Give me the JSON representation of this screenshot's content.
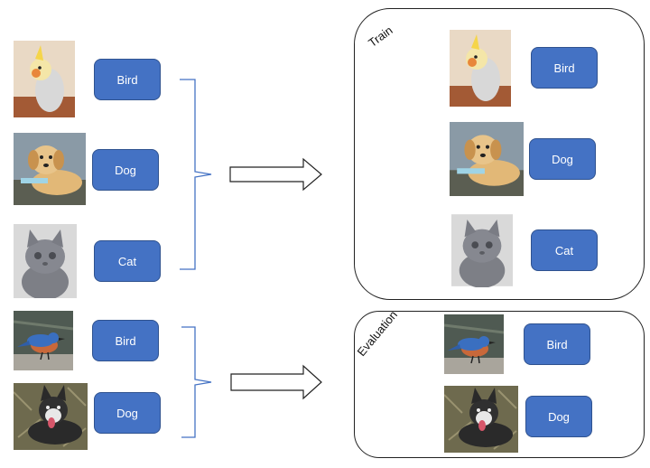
{
  "dataset": {
    "items": [
      {
        "label": "Bird",
        "image": "cockatiel-photo"
      },
      {
        "label": "Dog",
        "image": "golden-retriever-puppy-photo"
      },
      {
        "label": "Cat",
        "image": "grey-kitten-photo"
      },
      {
        "label": "Bird",
        "image": "bluebird-photo"
      },
      {
        "label": "Dog",
        "image": "husky-puppy-photo"
      }
    ]
  },
  "train_panel": {
    "title": "Train",
    "items": [
      {
        "label": "Bird",
        "image": "cockatiel-photo"
      },
      {
        "label": "Dog",
        "image": "golden-retriever-puppy-photo"
      },
      {
        "label": "Cat",
        "image": "grey-kitten-photo"
      }
    ]
  },
  "evaluation_panel": {
    "title": "Evaluation",
    "items": [
      {
        "label": "Bird",
        "image": "bluebird-photo"
      },
      {
        "label": "Dog",
        "image": "husky-puppy-photo"
      }
    ]
  },
  "colors": {
    "label_fill": "#4472c4",
    "label_border": "#2f528f",
    "connector": "#4472c4",
    "arrow": "#222222"
  }
}
